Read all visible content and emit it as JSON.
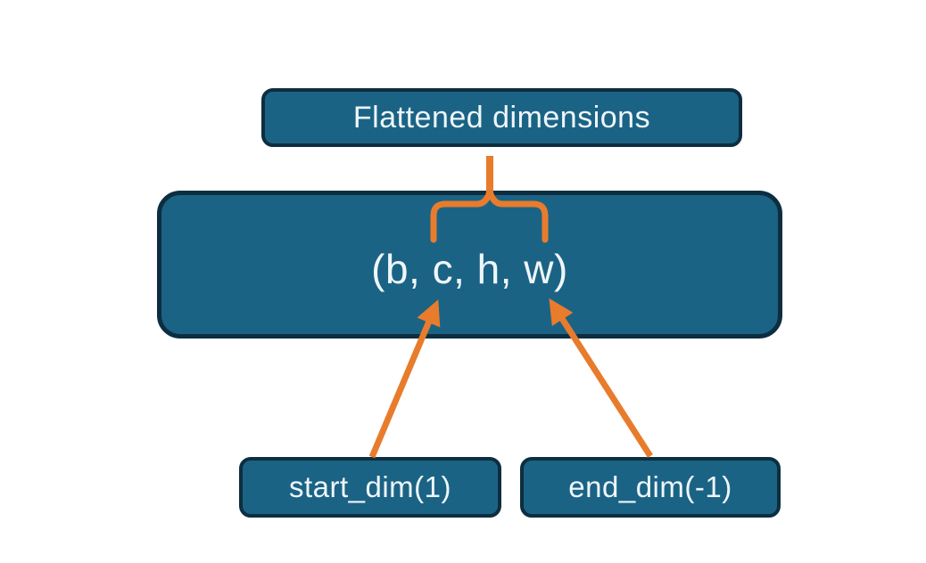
{
  "diagram": {
    "description": "Flatten operation diagram showing which tensor dimensions are flattened",
    "nodes": {
      "title": {
        "label": "Flattened dimensions"
      },
      "main": {
        "label": "(b, c, h, w)"
      },
      "start": {
        "label": "start_dim(1)"
      },
      "end": {
        "label": "end_dim(-1)"
      }
    },
    "connectors": {
      "brace": {
        "type": "curly-brace",
        "from": "title",
        "to": "main",
        "spans": "c, h, w"
      },
      "start_arrow": {
        "type": "arrow",
        "from": "start",
        "to": "main"
      },
      "end_arrow": {
        "type": "arrow",
        "from": "end",
        "to": "main"
      }
    },
    "colors": {
      "background": "#ffffff",
      "node_fill": "#1b6385",
      "node_border": "#0d2e40",
      "node_text": "#eef6f9",
      "accent": "#e87c2c"
    }
  }
}
